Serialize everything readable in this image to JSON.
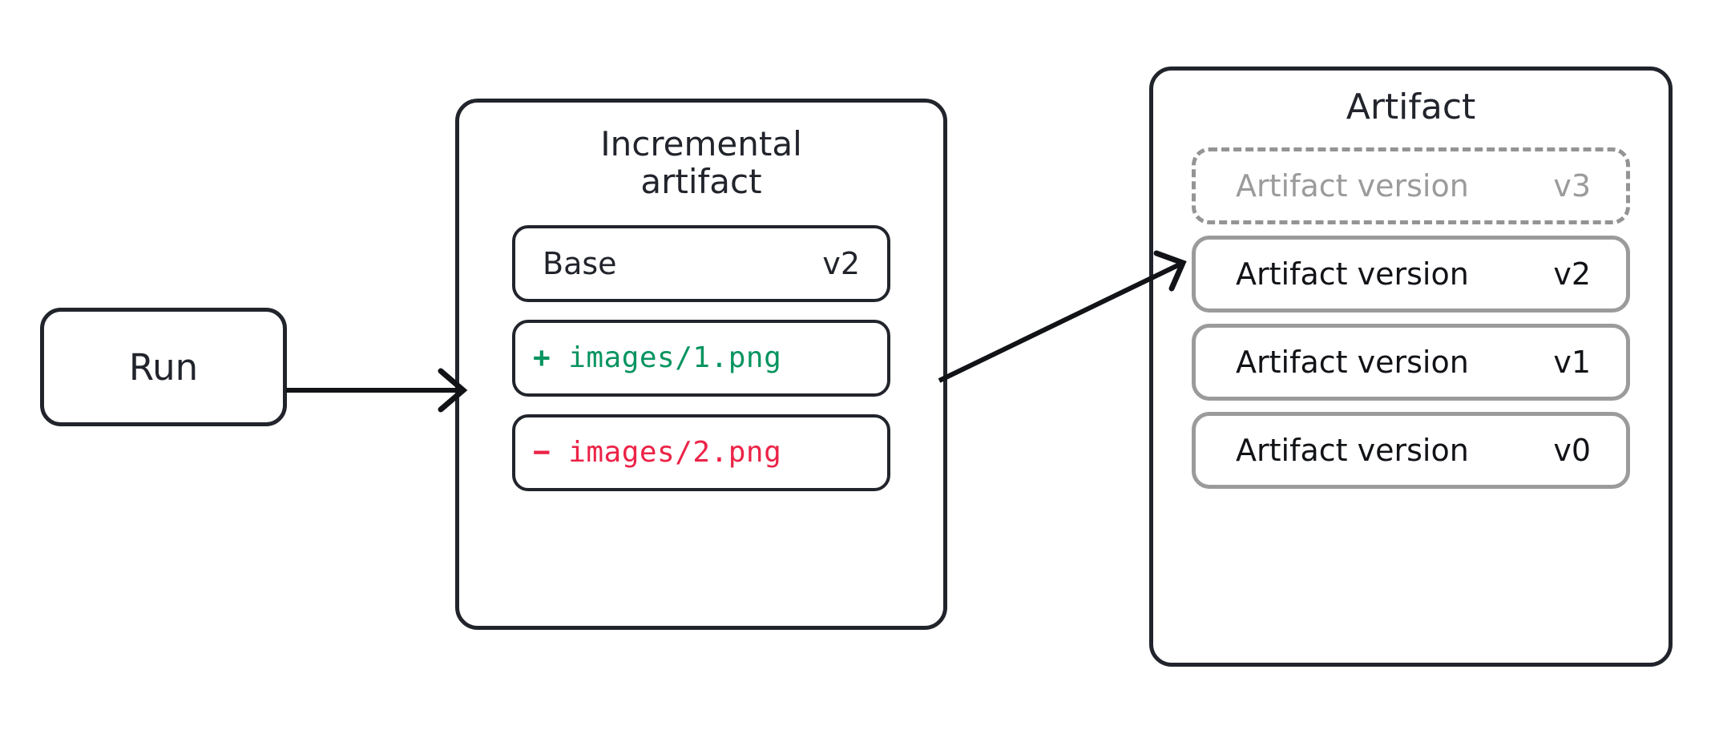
{
  "diagram": {
    "title_semantic": "incremental-artifact-versioning-flow",
    "background": "#ffffff",
    "stroke_dark": "#22242c",
    "stroke_grey": "#9b9b9b",
    "color_add": "#079460",
    "color_delete": "#ec2347",
    "color_muted_text": "#9b9b9b"
  },
  "run": {
    "label": "Run"
  },
  "incremental": {
    "title": "Incremental\nartifact",
    "base": {
      "label": "Base",
      "version": "v2"
    },
    "changes": [
      {
        "sign": "+",
        "path": "images/1.png",
        "kind": "add"
      },
      {
        "sign": "−",
        "path": "images/2.png",
        "kind": "delete"
      }
    ]
  },
  "artifact": {
    "title": "Artifact",
    "versions": [
      {
        "label": "Artifact version",
        "version": "v3",
        "state": "pending"
      },
      {
        "label": "Artifact version",
        "version": "v2",
        "state": "committed"
      },
      {
        "label": "Artifact version",
        "version": "v1",
        "state": "committed"
      },
      {
        "label": "Artifact version",
        "version": "v0",
        "state": "committed"
      }
    ]
  },
  "arrows": [
    {
      "name": "run-to-incremental",
      "from": "run",
      "to": "incremental-artifact"
    },
    {
      "name": "incremental-to-artifact-version-v3",
      "from": "incremental-artifact",
      "to": "artifact-version-v3"
    }
  ]
}
